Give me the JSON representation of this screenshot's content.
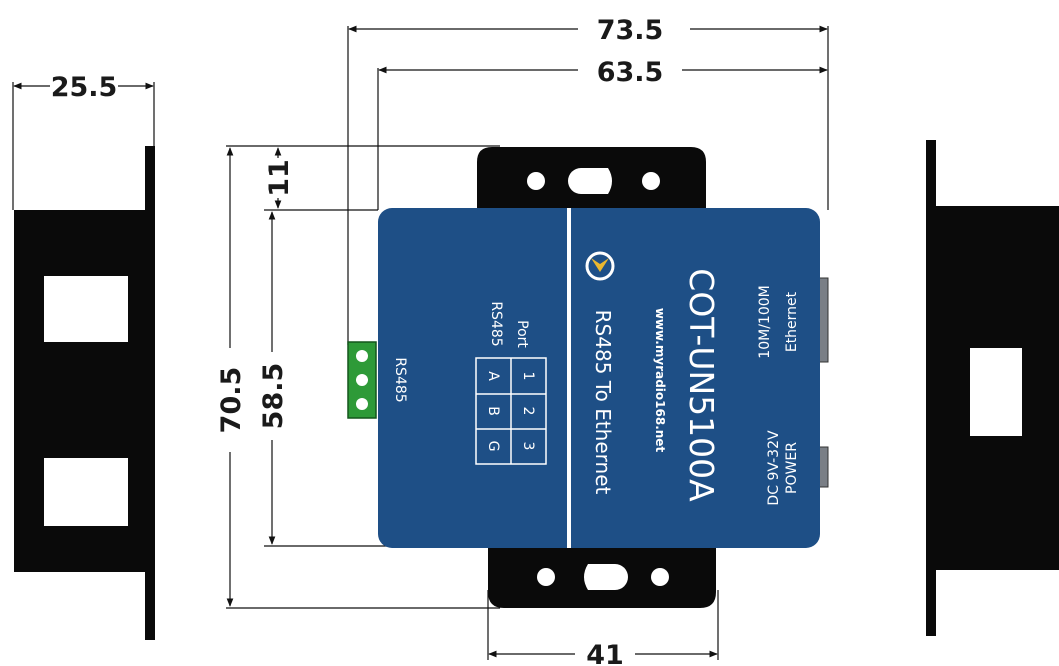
{
  "dimensions": {
    "overall_width": "73.5",
    "body_width": "63.5",
    "side_depth": "25.5",
    "overall_height": "70.5",
    "body_height": "58.5",
    "flange_height": "11",
    "mount_spacing": "41"
  },
  "device": {
    "model": "COT-UN5100A",
    "function": "RS485 To Ethernet",
    "url": "www.myradio168.net",
    "terminal_label": "RS485",
    "port_table_title_1": "Port",
    "port_table_title_2": "RS485",
    "port_numbers": [
      "1",
      "2",
      "3"
    ],
    "port_signals": [
      "A",
      "B",
      "G"
    ],
    "ethernet_label_1": "10M/100M",
    "ethernet_label_2": "Ethernet",
    "power_label_1": "DC 9V-32V",
    "power_label_2": "POWER"
  },
  "colors": {
    "housing_blue": "#1e4f86",
    "bracket_black": "#0a0a0a",
    "terminal_green": "#2e9a38"
  }
}
